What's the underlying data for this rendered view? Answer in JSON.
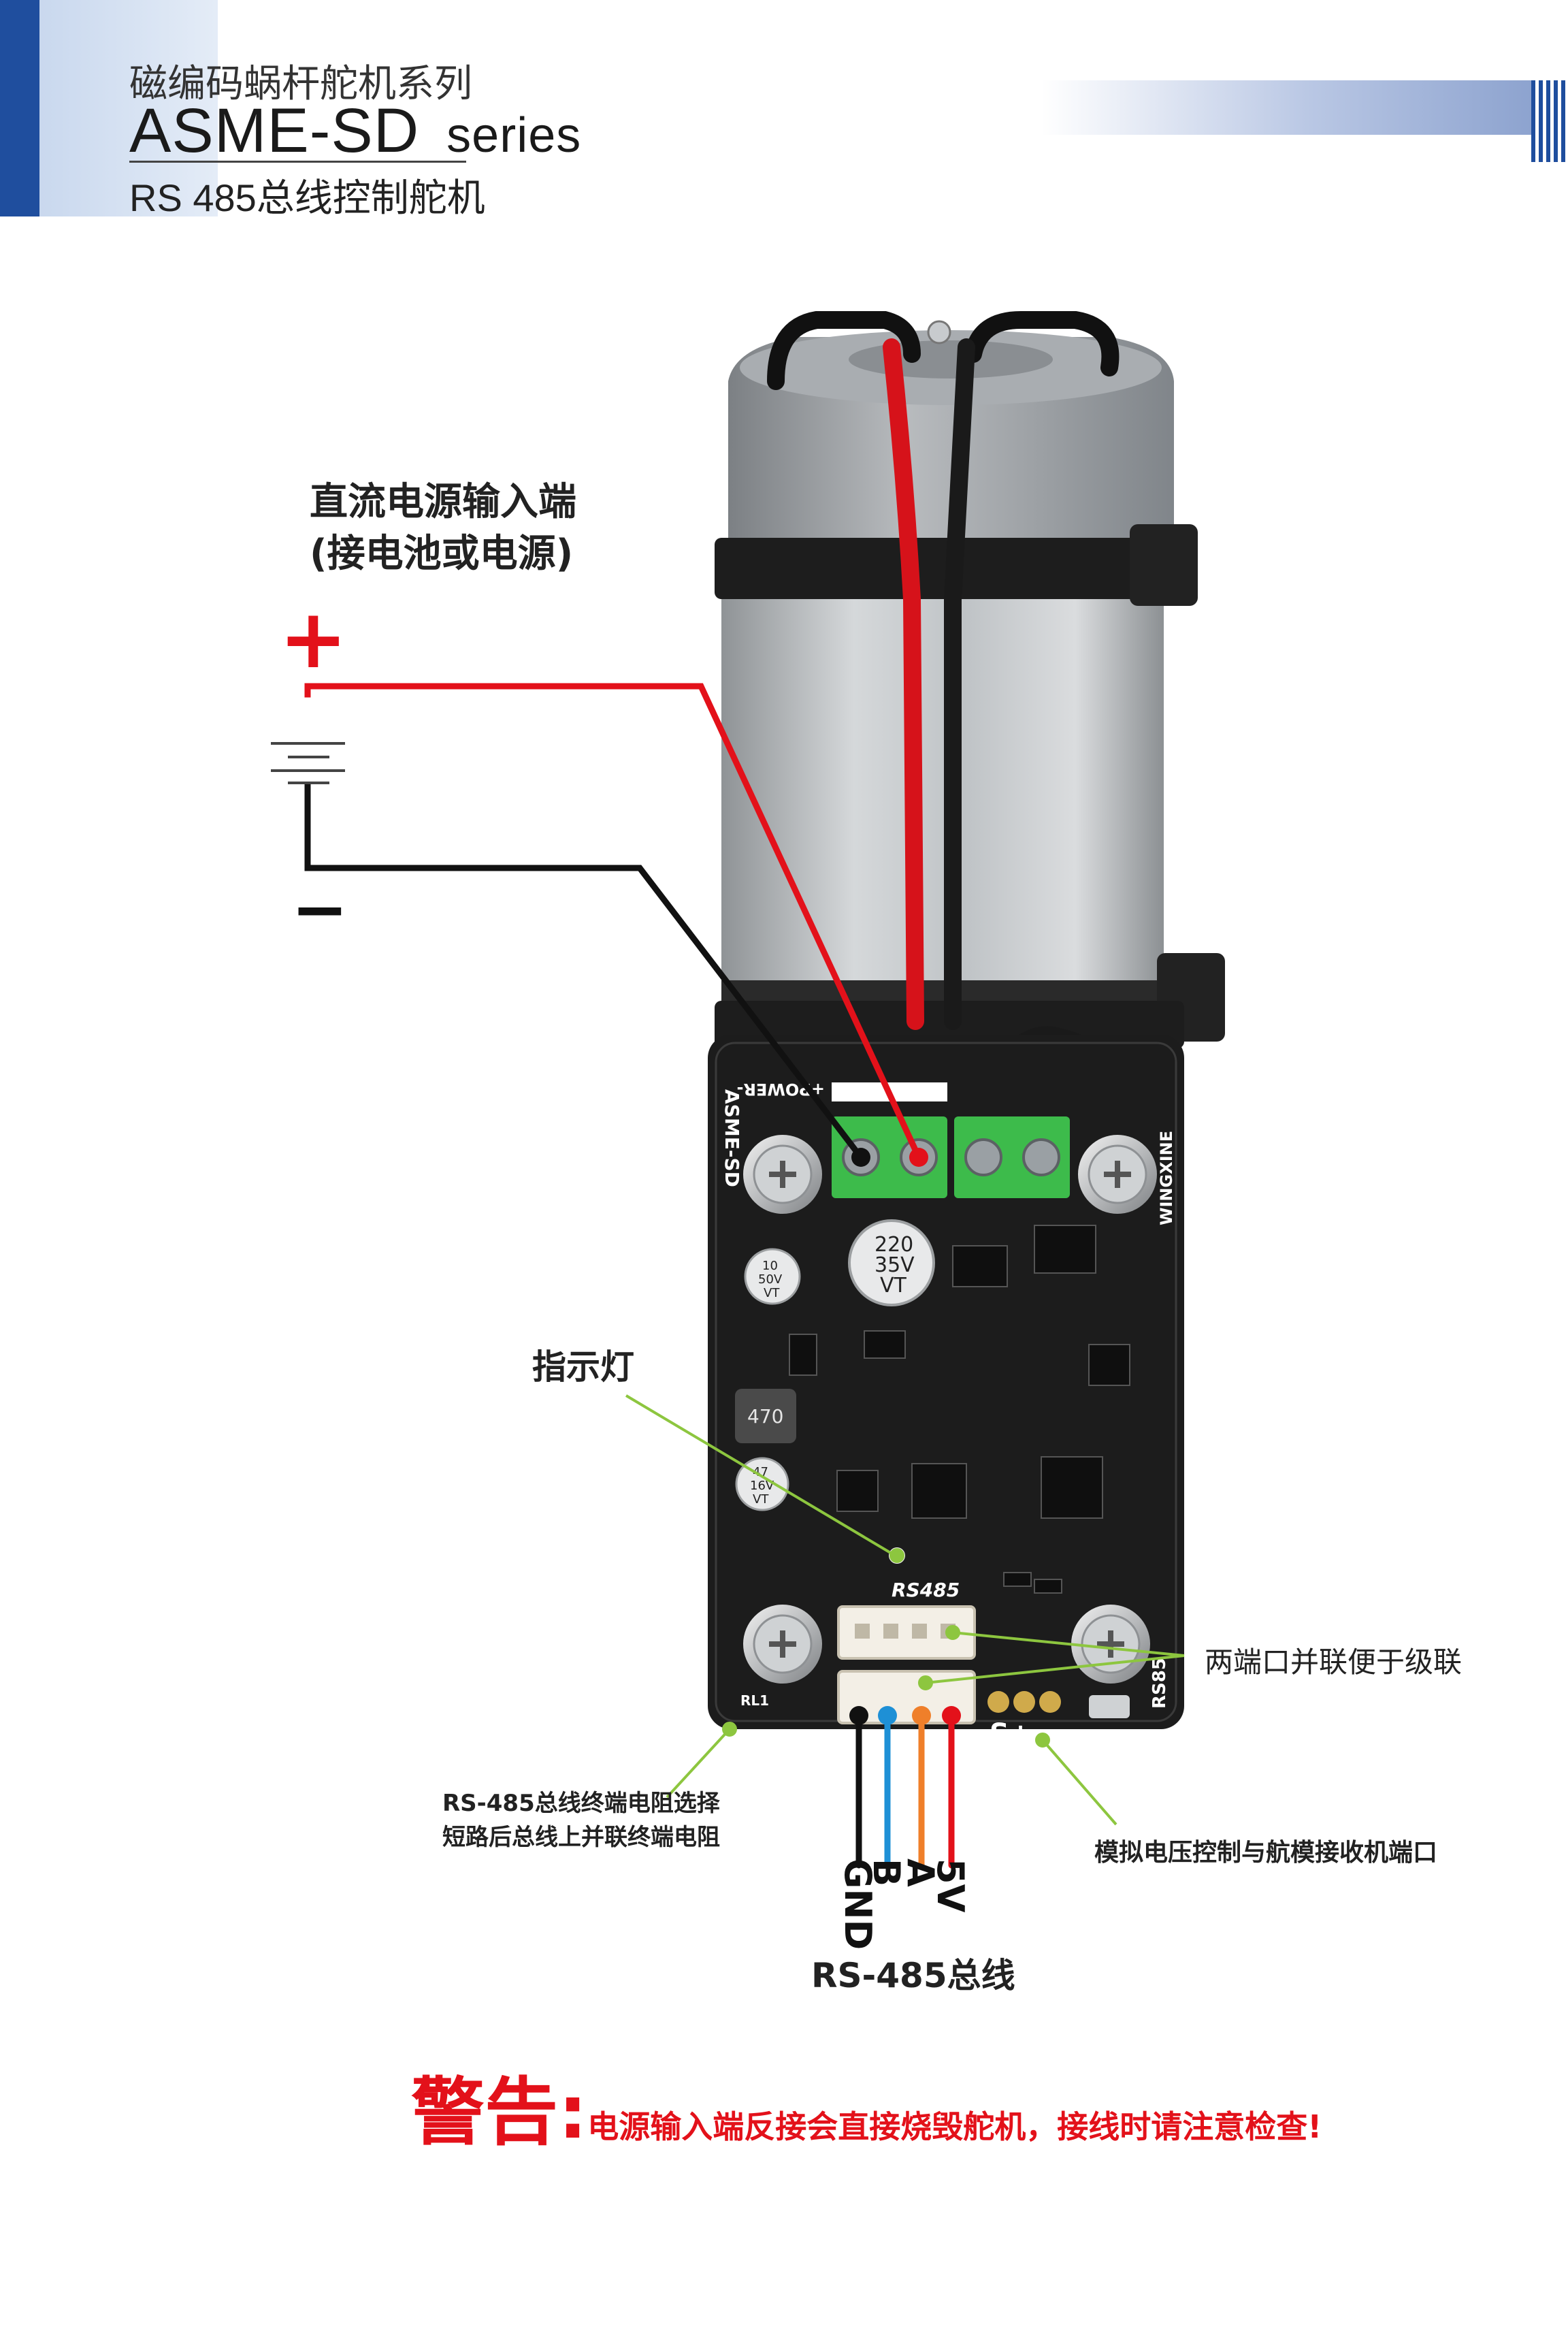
{
  "header": {
    "series_cn": "磁编码蜗杆舵机系列",
    "model": "ASME-SD",
    "series_en": "series",
    "subtitle": "RS 485总线控制舵机"
  },
  "labels": {
    "dc_input_line1": "直流电源输入端",
    "dc_input_line2": "(接电池或电源)",
    "plus": "+",
    "minus": "−",
    "indicator_led": "指示灯",
    "parallel_ports": "两端口并联便于级联",
    "rs485_term_line1": "RS-485总线终端电阻选择",
    "rs485_term_line2": "短路后总线上并联终端电阻",
    "analog_port": "模拟电压控制与航模接收机端口",
    "rs485_bus": "RS-485总线"
  },
  "bus_pins": {
    "gnd": "GND",
    "b": "B",
    "a": "A",
    "v5": "5V"
  },
  "pcb_silkscreen": {
    "model": "ASME-SD",
    "brand": "WINGXINE",
    "power": "+POWER-",
    "rs485": "RS485",
    "rs85": "RS85",
    "cap_big_1": "220",
    "cap_big_2": "35V",
    "cap_big_3": "VT",
    "cap_small_1": "10",
    "cap_small_2": "50V",
    "cap_small_3": "VT",
    "inductor": "470",
    "cap_mid_1": "47",
    "cap_mid_2": "16V",
    "cap_mid_3": "VT",
    "servo_pins": "S+-",
    "rl1": "RL1"
  },
  "warning": {
    "title": "警告:",
    "text": "电源输入端反接会直接烧毁舵机，接线时请注意检查!"
  },
  "colors": {
    "brand_blue": "#1f4e9e",
    "wire_red": "#e3111a",
    "wire_black": "#111111",
    "bus_blue": "#1e90d6",
    "bus_orange": "#ef7f2a",
    "callout_green": "#8dc63f",
    "terminal_green": "#3dbb4b",
    "pcb_black": "#1c1c1c"
  }
}
